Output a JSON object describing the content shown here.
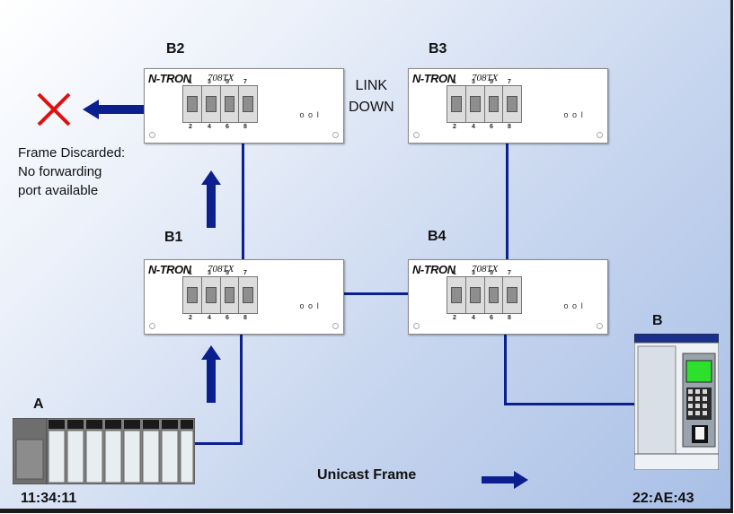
{
  "labels": {
    "b1": "B1",
    "b2": "B2",
    "b3": "B3",
    "b4": "B4",
    "a": "A",
    "b": "B",
    "link_down_line1": "LINK",
    "link_down_line2": "DOWN",
    "discard_line1": "Frame Discarded:",
    "discard_line2": "No forwarding",
    "discard_line3": "port available",
    "legend": "Unicast Frame",
    "mac_a": "11:34:11",
    "mac_b": "22:AE:43"
  },
  "switch": {
    "brand": "N-TRON",
    "model": "708TX",
    "port_top": [
      "1",
      "3",
      "5",
      "7"
    ],
    "port_bottom": [
      "2",
      "4",
      "6",
      "8"
    ],
    "led_text": "o o I"
  },
  "icons": [
    "x-mark-icon",
    "arrow-left-icon",
    "arrow-up-icon",
    "arrow-right-icon",
    "plc-icon",
    "terminal-icon",
    "switch-icon"
  ],
  "colors": {
    "wire": "#0b1f8f",
    "arrow": "#0b1f8f",
    "discard": "#e01010",
    "screen": "#2ee02e"
  }
}
